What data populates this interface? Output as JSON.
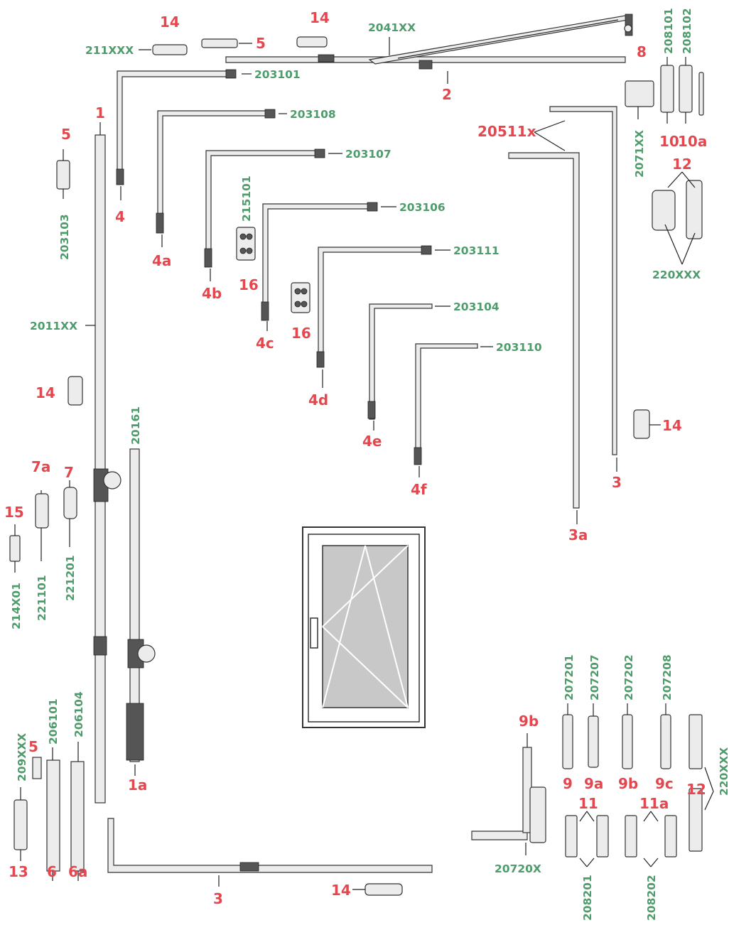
{
  "labels": {
    "n14_top_left": "14",
    "n14_top_mid": "14",
    "n5_top": "5",
    "n2": "2",
    "n8": "8",
    "n10": "10",
    "n10a": "10a",
    "n12_top": "12",
    "n1": "1",
    "n5_left": "5",
    "n4": "4",
    "n4a": "4a",
    "n4b": "4b",
    "n4c": "4c",
    "n4d": "4d",
    "n4e": "4e",
    "n4f": "4f",
    "n16_a": "16",
    "n16_b": "16",
    "n3a": "3a",
    "n3_right": "3",
    "n14_right": "14",
    "n14_left": "14",
    "n7a": "7a",
    "n7": "7",
    "n15": "15",
    "n1a": "1a",
    "n5_bottom": "5",
    "n13": "13",
    "n6": "6",
    "n6a": "6a",
    "n3_bottom": "3",
    "n14_bottom": "14",
    "n9b_left": "9b",
    "n9": "9",
    "n9a": "9a",
    "n9b": "9b",
    "n9c": "9c",
    "n11": "11",
    "n11a": "11a",
    "n12_bottom": "12",
    "n20511x": "20511x"
  },
  "codes": {
    "c211XXX": "211XXX",
    "c2041XX": "2041XX",
    "c203101": "203101",
    "c203108": "203108",
    "c203107": "203107",
    "c203106": "203106",
    "c203111": "203111",
    "c203104": "203104",
    "c203110": "203110",
    "c215101": "215101",
    "c203103": "203103",
    "c2011XX": "2011XX",
    "c20161": "20161",
    "c221201": "221201",
    "c221101": "221101",
    "c214X01": "214X01",
    "c208101": "208101",
    "c208102": "208102",
    "c2071XX": "2071XX",
    "c220XXX_top": "220XXX",
    "c206101": "206101",
    "c206104": "206104",
    "c209XXX": "209XXX",
    "c207201": "207201",
    "c207207": "207207",
    "c207202": "207202",
    "c207208": "207208",
    "c220XXX_right": "220XXX",
    "c20720X": "20720X",
    "c208201": "208201",
    "c208202": "208202"
  },
  "colors": {
    "part_number": "#e6474f",
    "catalog_code": "#4e9b6b",
    "line": "#222222"
  }
}
